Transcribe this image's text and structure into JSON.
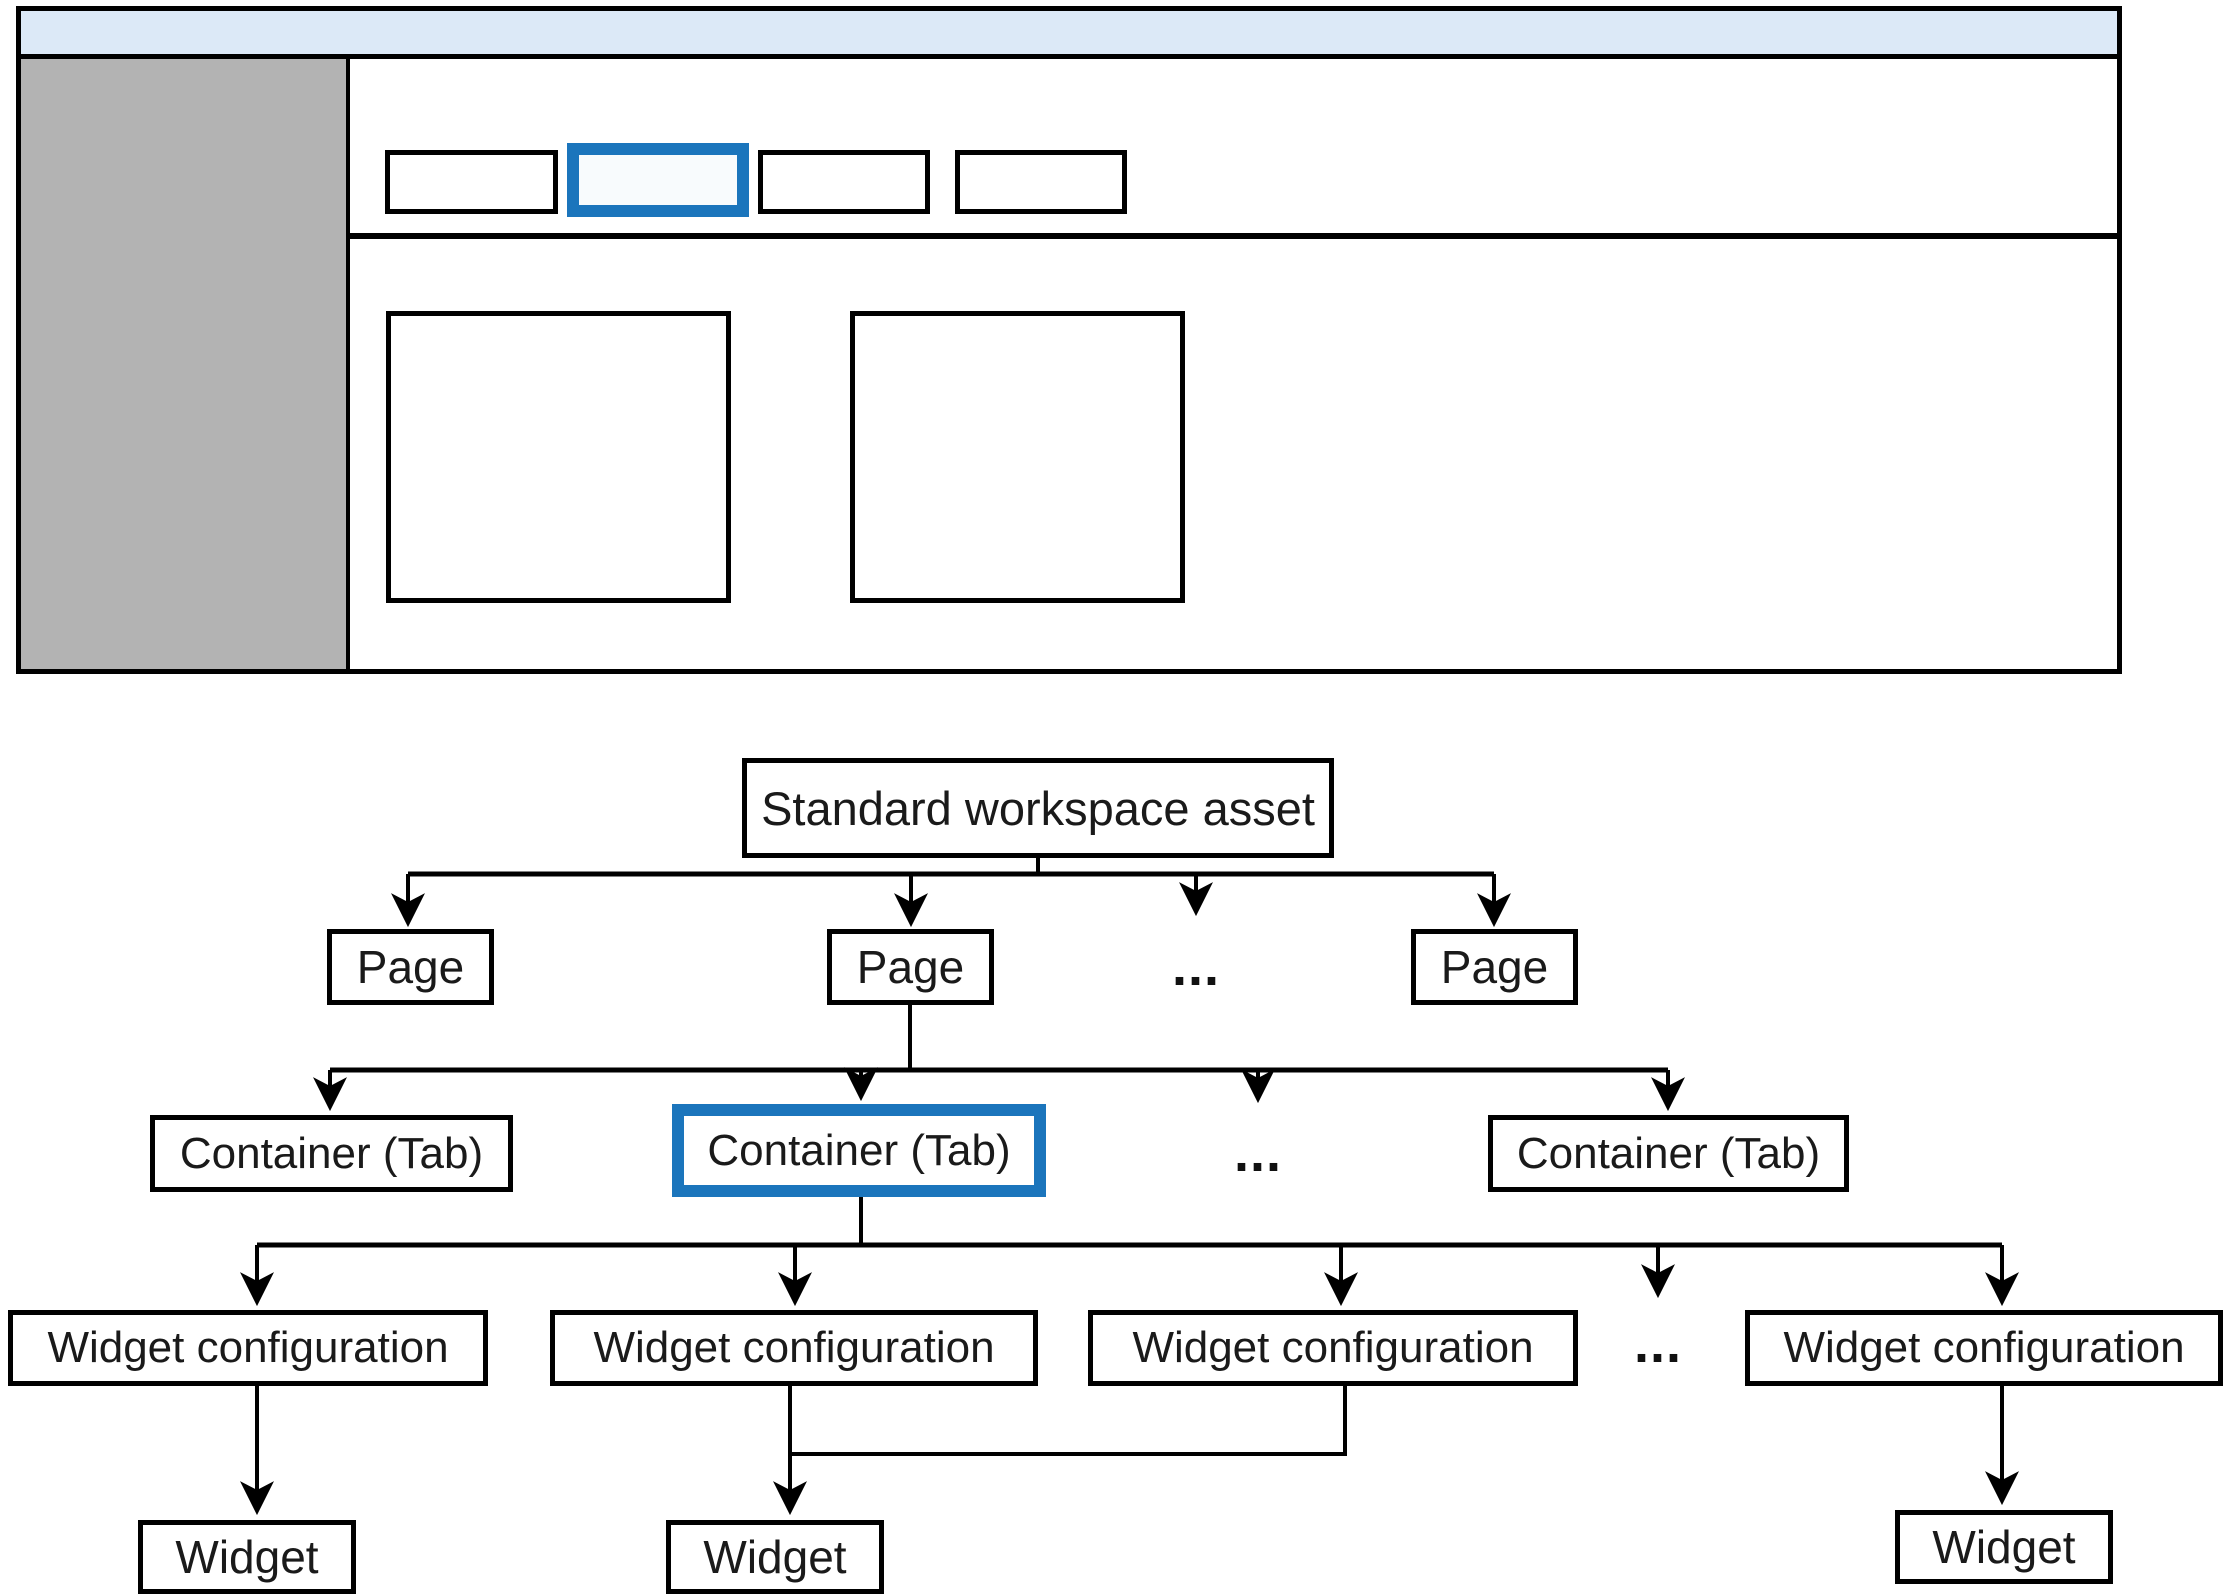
{
  "colors": {
    "accent_blue": "#1b75bc",
    "header_fill": "#dce9f7",
    "sidebar_fill": "#b3b3b3",
    "active_tab_fill": "#f8fbfd",
    "line_color": "#000000"
  },
  "tree": {
    "root": {
      "label": "Standard workspace asset"
    },
    "ellipsis": "...",
    "pages": [
      {
        "label": "Page"
      },
      {
        "label": "Page"
      },
      {
        "label": "Page"
      }
    ],
    "containers": [
      {
        "label": "Container (Tab)"
      },
      {
        "label": "Container (Tab)",
        "highlighted": true
      },
      {
        "label": "Container (Tab)"
      }
    ],
    "widget_configs": [
      {
        "label": "Widget configuration"
      },
      {
        "label": "Widget configuration"
      },
      {
        "label": "Widget configuration"
      },
      {
        "label": "Widget configuration"
      }
    ],
    "widgets": [
      {
        "label": "Widget"
      },
      {
        "label": "Widget"
      },
      {
        "label": "Widget"
      }
    ]
  }
}
